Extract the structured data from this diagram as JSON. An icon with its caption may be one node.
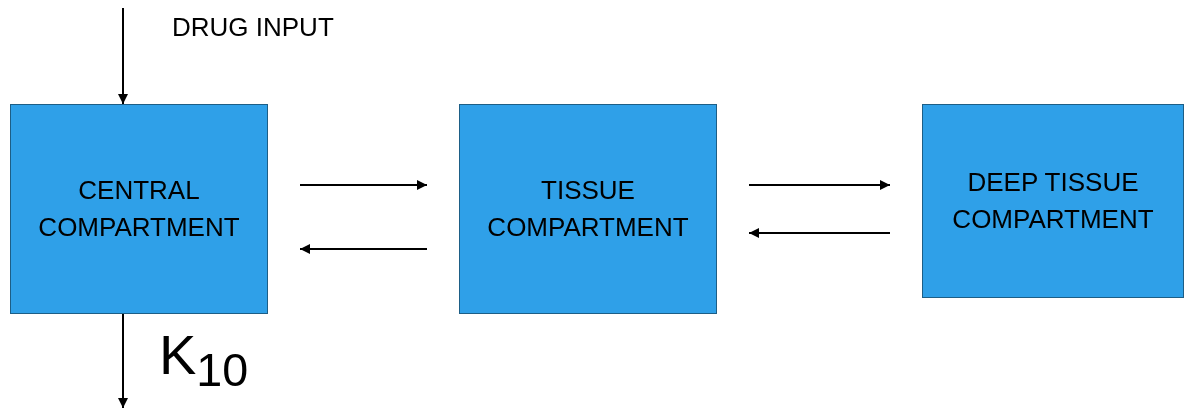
{
  "diagram": {
    "nodes": [
      {
        "text": [
          "CENTRAL COMPARTMENT"
        ]
      },
      {
        "text": [
          "TISSUE COMPARTMENT"
        ]
      },
      {
        "text": [
          "DEEP TISSUE COMPARTMENT"
        ]
      }
    ],
    "edges": [
      {
        "from": null,
        "to": 0,
        "arrow": "to",
        "label": "DRUG INPUT"
      },
      {
        "from": 0,
        "to": 1,
        "arrow": "to"
      },
      {
        "from": 1,
        "to": 0,
        "arrow": "to"
      },
      {
        "from": 1,
        "to": 2,
        "arrow": "to"
      },
      {
        "from": 2,
        "to": 1,
        "arrow": "to"
      },
      {
        "from": 0,
        "to": null,
        "arrow": "to",
        "label": "K$_{10}$"
      }
    ]
  }
}
